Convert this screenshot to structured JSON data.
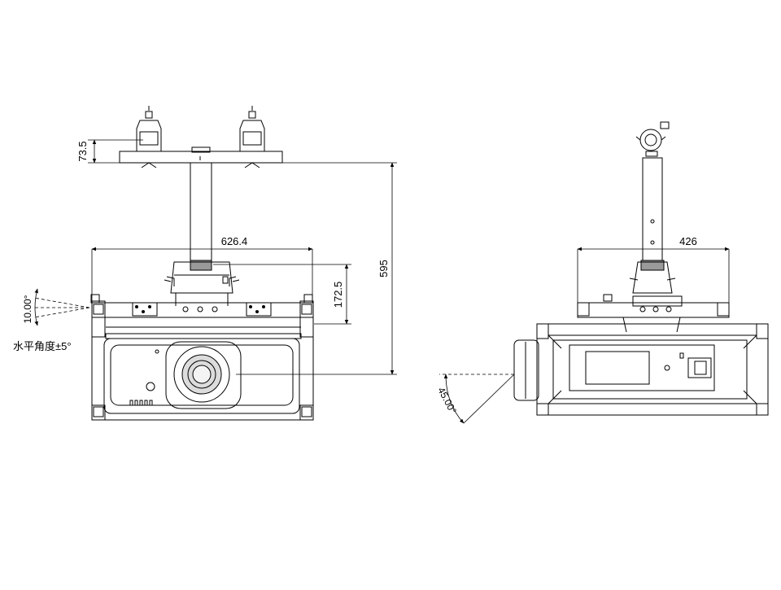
{
  "front_view": {
    "dim_top_offset": "73.5",
    "dim_width": "626.4",
    "dim_height_lower": "172.5",
    "dim_total_height": "595",
    "tilt_angle": "10.00°",
    "horizontal_angle_note": "水平角度±5°"
  },
  "side_view": {
    "dim_width": "426",
    "tilt_angle": "45.00°"
  },
  "colors": {
    "line": "#000000",
    "dim": "#222222",
    "lens_gray": "#bbbbbb"
  }
}
